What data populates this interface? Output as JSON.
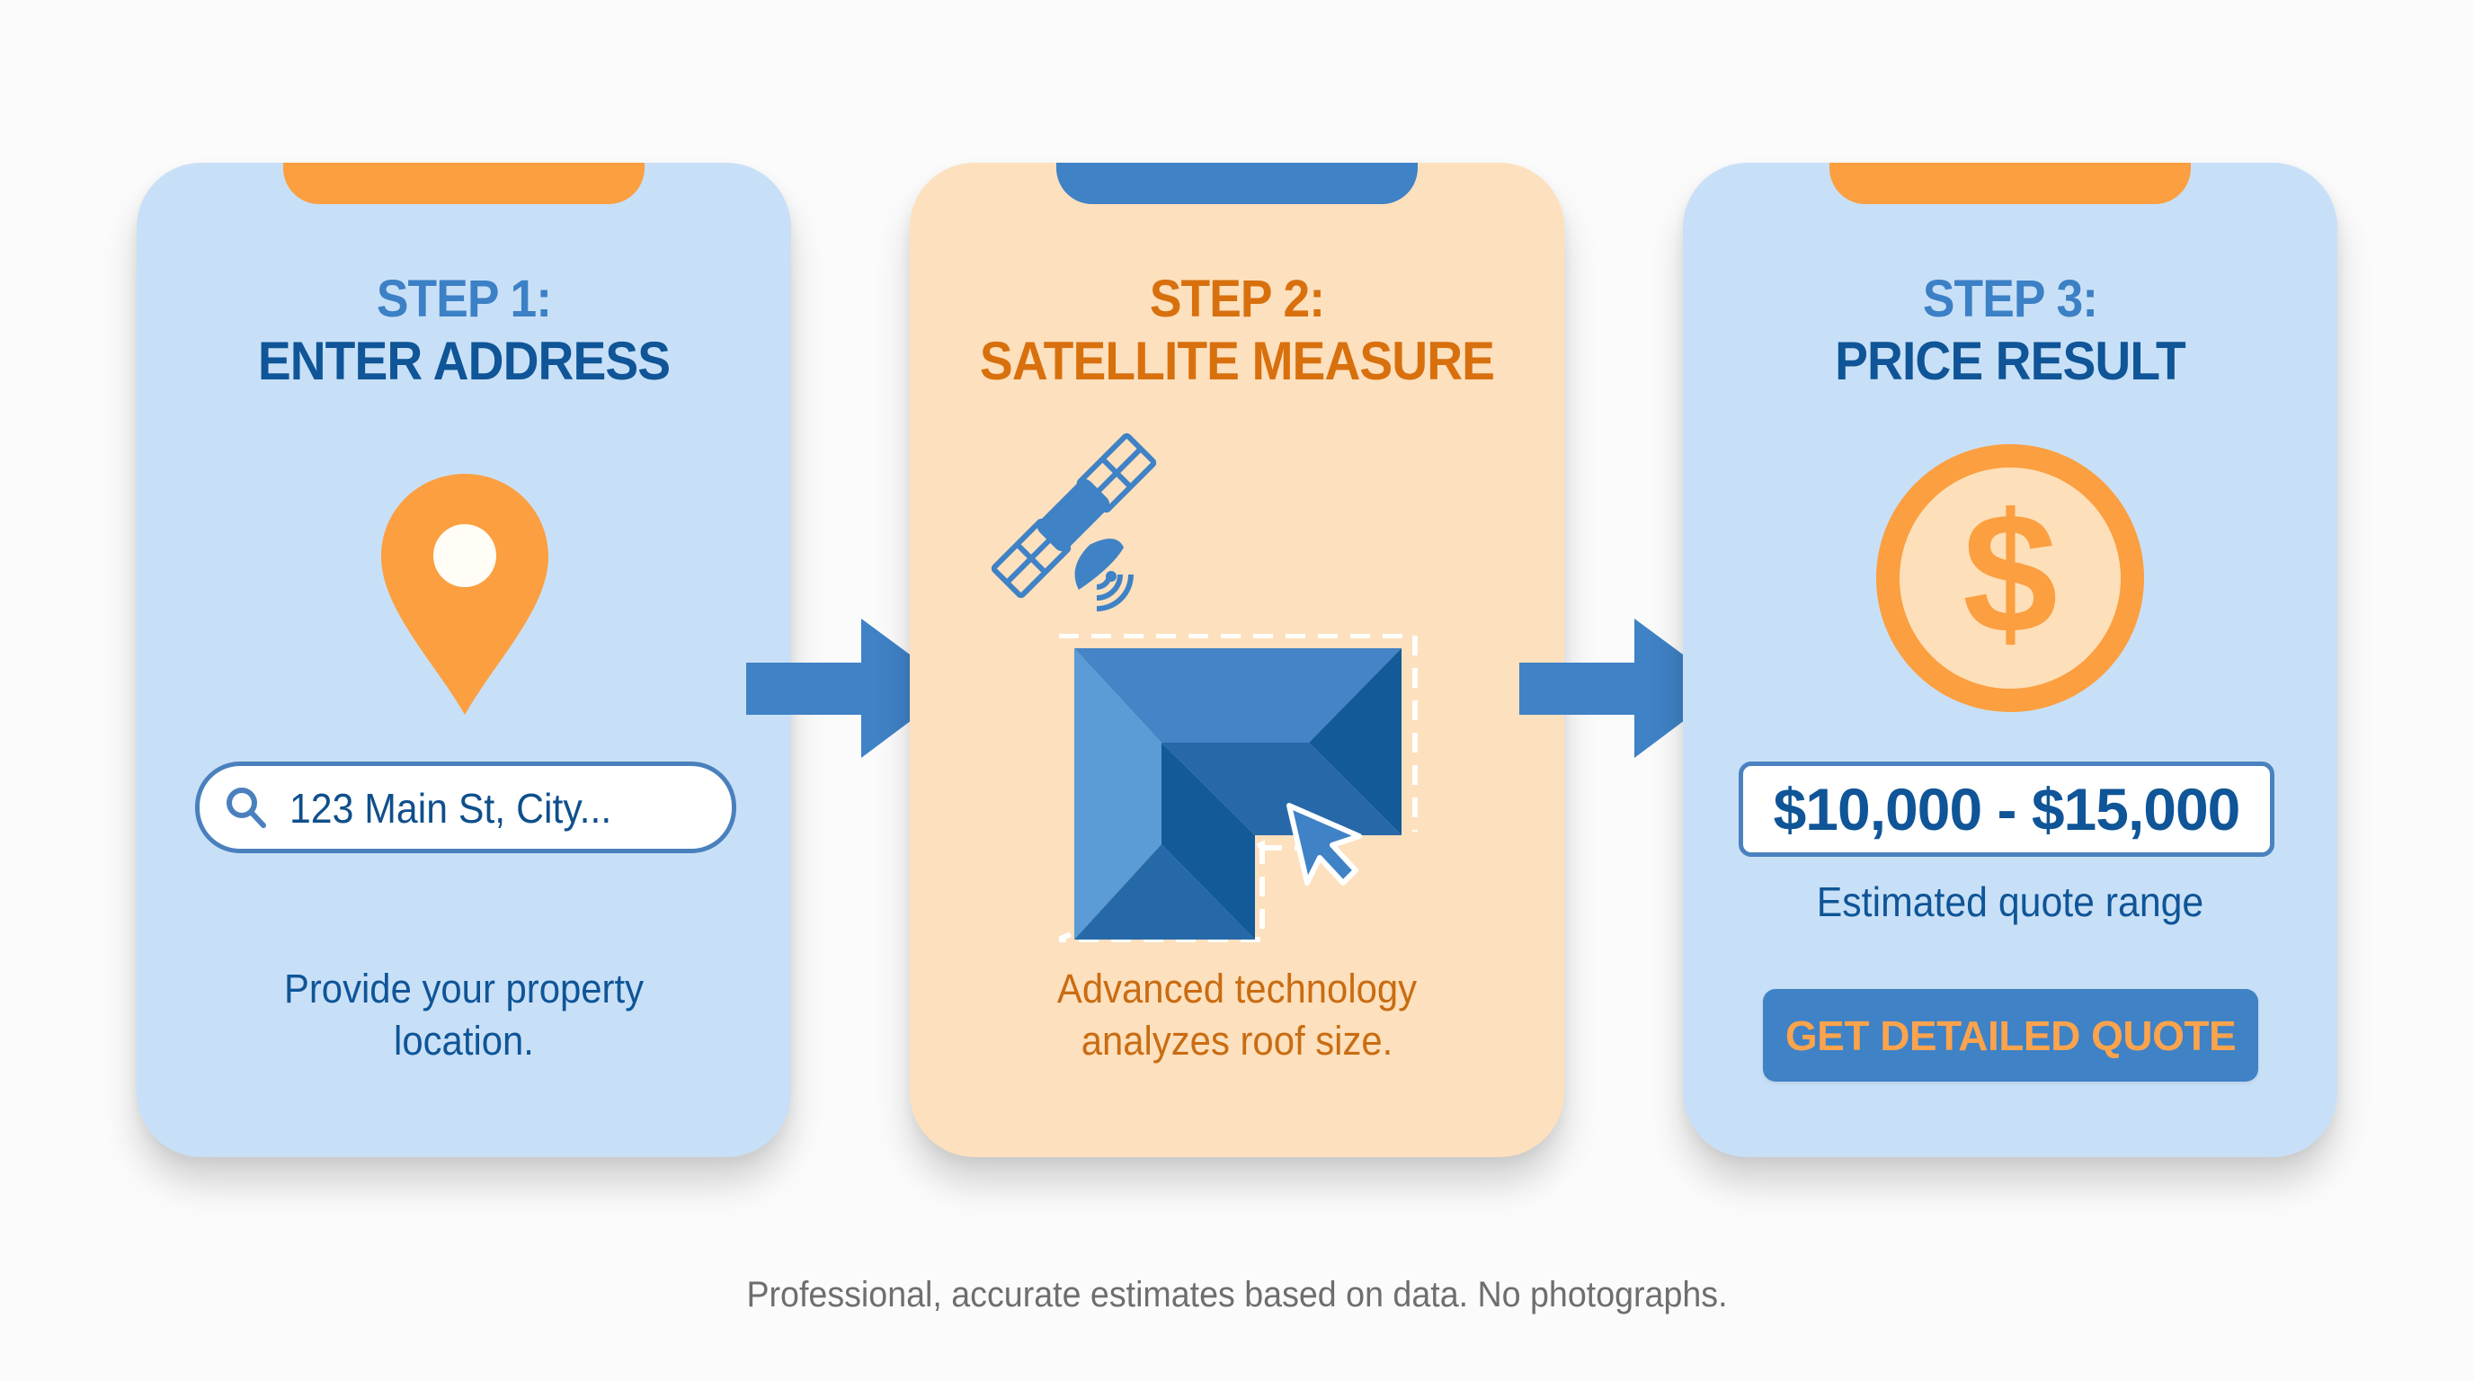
{
  "colors": {
    "background": "#fbfbfb",
    "card_blue": "#c8e0f7",
    "card_peach": "#fde0bd",
    "accent_orange": "#fb9f40",
    "accent_blue": "#3f82c6",
    "text_dark_blue": "#0f5597",
    "text_orange": "#d8700e",
    "footer_gray": "#6e6e6e"
  },
  "steps": [
    {
      "step_label": "STEP 1:",
      "title": "ENTER ADDRESS",
      "icon": "map-pin-icon",
      "search": {
        "icon": "search-icon",
        "value": "123 Main St, City..."
      },
      "caption_line1": "Provide your property",
      "caption_line2": "location."
    },
    {
      "step_label": "STEP 2:",
      "title": "SATELLITE MEASURE",
      "icons": [
        "satellite-icon",
        "roof-outline-icon",
        "cursor-icon"
      ],
      "caption_line1": "Advanced technology",
      "caption_line2": "analyzes roof size."
    },
    {
      "step_label": "STEP 3:",
      "title": "PRICE RESULT",
      "icon": "dollar-coin-icon",
      "price_range": "$10,000 - $15,000",
      "price_caption": "Estimated quote range",
      "button_label": "GET DETAILED QUOTE"
    }
  ],
  "arrows": [
    "arrow-right-icon",
    "arrow-right-icon"
  ],
  "footer": "Professional, accurate estimates based on data. No photographs."
}
